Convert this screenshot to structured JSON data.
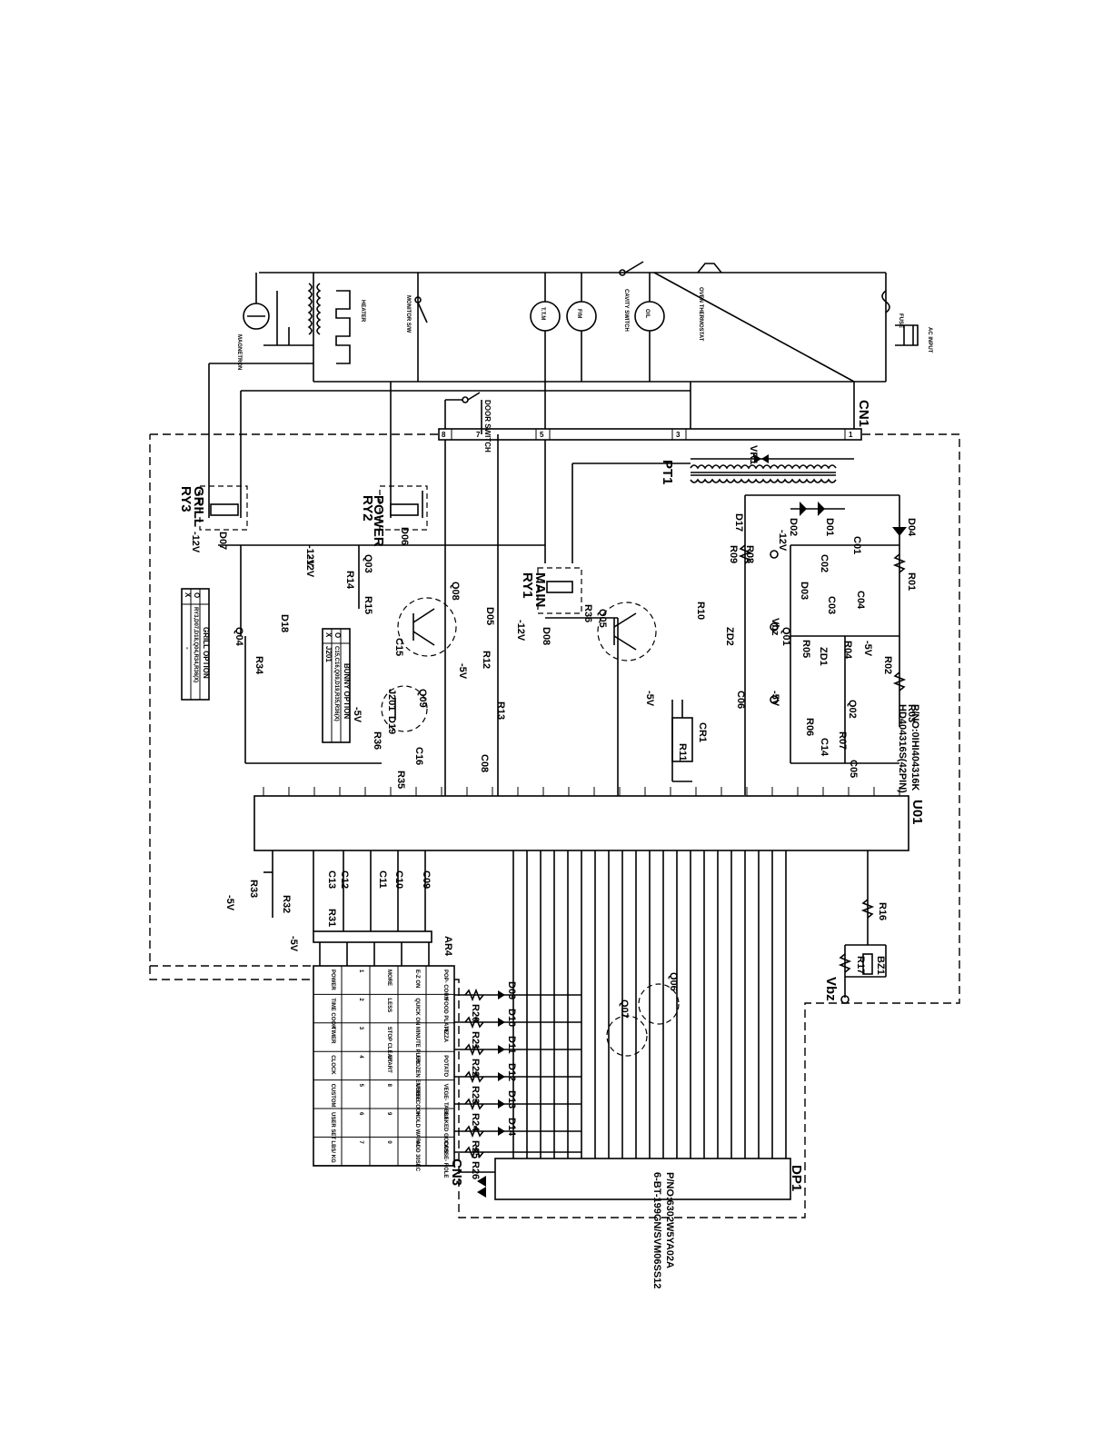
{
  "ic": {
    "u01": {
      "ref": "U01",
      "part": "P/NO:0IHI404316K",
      "type": "HD404316S(42PIN)"
    },
    "dp1": {
      "ref": "DP1",
      "part": "P/NO:6302W5YA02A",
      "type": "6-BT-199GN/SVM06SS12"
    }
  },
  "connectors": {
    "cn1": "CN1",
    "cn3": "CN3",
    "cn1_pins": [
      "1",
      "3",
      "5",
      "7",
      "8"
    ]
  },
  "ac_side": {
    "magnetron": "MAGNETRON",
    "heater": "HEATER",
    "monitor": "MONITOR S/W",
    "ttm": "T.T.M",
    "fm": "F/M",
    "ol": "O/L",
    "cavity_sw": "CAVITY SWITCH",
    "oven_thermostat": "OVEN THERMOSTAT",
    "fuse": "FUSE",
    "ac_input": "AC INPUT",
    "door_switch": "DOOR SWITCH"
  },
  "relays": {
    "ry1": "RY1",
    "ry1_name": "MAIN",
    "ry2": "RY2",
    "ry2_name": "POWER",
    "ry3": "RY3",
    "ry3_name": "GRILL"
  },
  "rails": {
    "m12": "-12V",
    "m5": "-5V",
    "vbz": "Vbz"
  },
  "tables": {
    "grill_title": "GRILL OPTION",
    "grill_o": "O",
    "grill_x": "X",
    "grill_parts": "RY3,D07,D18,Q04,R34,R36(X)",
    "grill_dash": "-",
    "bunny_title": "BUNNY OPTION",
    "bunny_o": "O",
    "bunny_x": "X",
    "bunny_parts": "C15,C16,Q09,D19,R35,R36(X)",
    "bunny_j": "J201"
  },
  "refs": {
    "d01": "D01",
    "d02": "D02",
    "d03": "D03",
    "d04": "D04",
    "d05": "D05",
    "d06": "D06",
    "d07": "D07",
    "d08": "D08",
    "d17": "D17",
    "d18": "D18",
    "d19": "D19",
    "zd1": "ZD1",
    "zd2": "ZD2",
    "c01": "C01",
    "c02": "C02",
    "c03": "C03",
    "c04": "C04",
    "c05": "C05",
    "c06": "C06",
    "c08": "C08",
    "c09": "C09",
    "c10": "C10",
    "c11": "C11",
    "c12": "C12",
    "c13": "C13",
    "c14": "C14",
    "c15": "C15",
    "c16": "C16",
    "r01": "R01",
    "r02": "R02",
    "r03": "R03",
    "r04": "R04",
    "r05": "R05",
    "r06": "R06",
    "r07": "R07",
    "r08": "R08",
    "r09": "R09",
    "r10": "R10",
    "r11": "R11",
    "r12": "R12",
    "r13": "R13",
    "r14": "R14",
    "r15": "R15",
    "r16": "R16",
    "r17": "R17",
    "r31": "R31",
    "r32": "R32",
    "r33": "R33",
    "r34": "R34",
    "r35": "R35",
    "r36": "R36",
    "q01": "Q01",
    "q02": "Q02",
    "q03": "Q03",
    "q04": "Q04",
    "q05": "Q05",
    "q06": "Q06",
    "q07": "Q07",
    "q08": "Q08",
    "q09": "Q09",
    "pt1": "PT1",
    "vr1": "VR1",
    "cr1": "CR1",
    "bz1": "BZ1",
    "ar4": "AR4"
  },
  "key_diodes": [
    "D09",
    "D10",
    "D11",
    "D12",
    "D13",
    "D14"
  ],
  "key_resistors": [
    "R20",
    "R21",
    "R22",
    "R23",
    "R24",
    "R25",
    "R26"
  ],
  "keypad": {
    "rows": [
      [
        "POWER",
        "TIME COOK",
        "TIMER",
        "CLOCK",
        "CUSTOM",
        "USER SET",
        "LBS/ KG"
      ],
      [
        "1",
        "2",
        "3",
        "4",
        "5",
        "6",
        "7"
      ],
      [
        "MORE",
        "LESS",
        "STOP CLEAR",
        "START",
        "8",
        "9",
        "0"
      ],
      [
        "E-Z ON",
        "QUICK ON",
        "MINUTE PLUS",
        "FROZEN ENTREE",
        "USER COOK",
        "HOLD WARM",
        "ADD 30SEC"
      ],
      [
        "POP- CORN",
        "FOOD PLATE",
        "PIZZA",
        "POTATO",
        "VEGE- TABLE",
        "BAKED GOODS",
        "CASSE- ROLE"
      ]
    ]
  }
}
